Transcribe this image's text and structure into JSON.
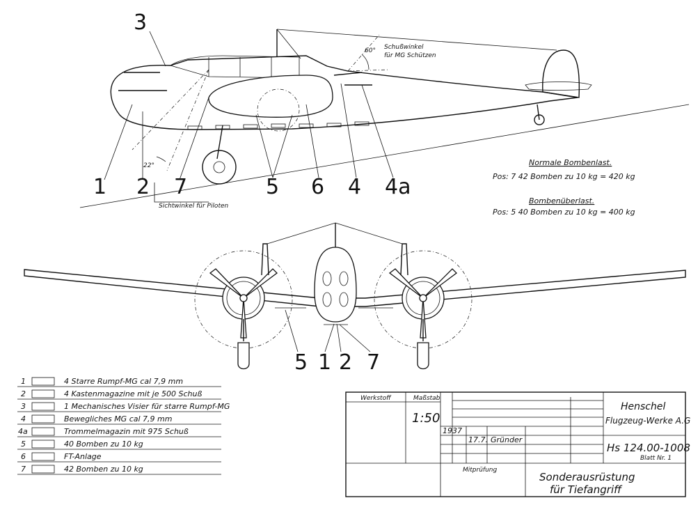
{
  "side_view": {
    "callouts": [
      {
        "id": "3",
        "label": "3"
      },
      {
        "id": "1",
        "label": "1"
      },
      {
        "id": "2",
        "label": "2"
      },
      {
        "id": "7",
        "label": "7"
      },
      {
        "id": "5",
        "label": "5"
      },
      {
        "id": "6",
        "label": "6"
      },
      {
        "id": "4",
        "label": "4"
      },
      {
        "id": "4a",
        "label": "4a"
      }
    ],
    "gunner_angle": "60°",
    "gunner_note_1": "Schußwinkel",
    "gunner_note_2": "für MG Schützen",
    "pilot_angle": "22°",
    "pilot_note": "Sichtwinkel für Piloten"
  },
  "loads": {
    "normal_title": "Normale Bombenlast.",
    "normal_line": "Pos: 7  42 Bomben zu 10 kg   = 420 kg",
    "over_title": "Bombenüberlast.",
    "over_line": "Pos: 5  40 Bomben zu 10 kg   = 400 kg"
  },
  "front_view": {
    "callouts": [
      {
        "id": "5",
        "label": "5"
      },
      {
        "id": "1",
        "label": "1"
      },
      {
        "id": "2",
        "label": "2"
      },
      {
        "id": "7",
        "label": "7"
      }
    ]
  },
  "legend": [
    {
      "pos": "1",
      "text": "4 Starre Rumpf-MG cal 7,9 mm"
    },
    {
      "pos": "2",
      "text": "4 Kastenmagazine mit je 500 Schuß"
    },
    {
      "pos": "3",
      "text": "1 Mechanisches Visier für starre Rumpf-MG"
    },
    {
      "pos": "4",
      "text": "Bewegliches MG cal 7,9 mm"
    },
    {
      "pos": "4a",
      "text": "Trommelmagazin mit 975 Schuß"
    },
    {
      "pos": "5",
      "text": "40 Bomben zu 10 kg"
    },
    {
      "pos": "6",
      "text": "FT-Anlage"
    },
    {
      "pos": "7",
      "text": "42 Bomben zu 10 kg"
    }
  ],
  "title_block": {
    "werkstoff": "Werkstoff",
    "massstab_label": "Maßstab",
    "scale": "1:50",
    "year": "1937",
    "date": "17.7.",
    "name": "Gründer",
    "company_1": "Henschel",
    "company_2": "Flugzeug-Werke A.G",
    "drawing_no": "Hs 124.00-1008",
    "sheet_note": "Blatt Nr. 1",
    "mitpruefung": "Mitprüfung",
    "title_1": "Sonderausrüstung",
    "title_2": "für Tiefangriff"
  }
}
